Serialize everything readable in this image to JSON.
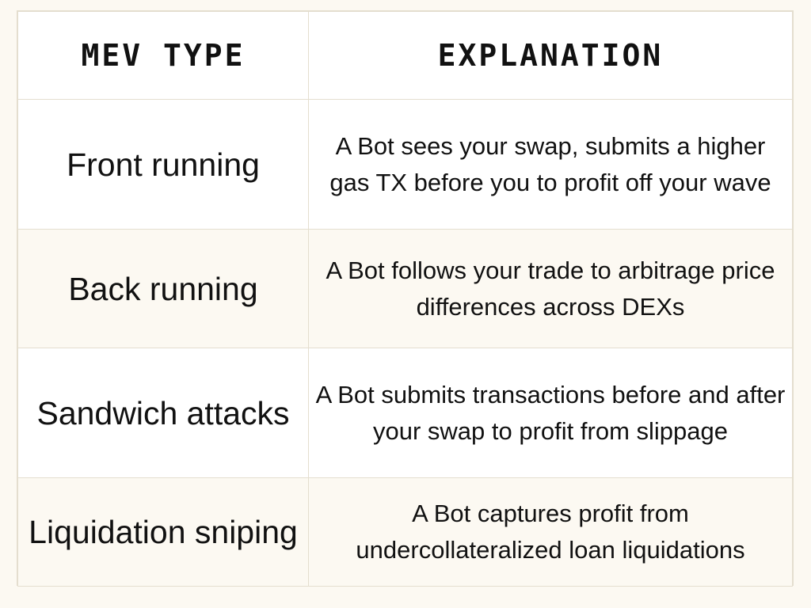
{
  "table": {
    "headers": {
      "type": "MEV Type",
      "explanation": "Explanation"
    },
    "rows": [
      {
        "type": "Front running",
        "explanation": "A Bot sees your swap, submits a higher gas TX before you to profit off your wave"
      },
      {
        "type": "Back running",
        "explanation": "A Bot follows your trade to arbitrage price differences across DEXs"
      },
      {
        "type": "Sandwich attacks",
        "explanation": "A Bot submits transactions before and after your swap to profit from slippage"
      },
      {
        "type": "Liquidation sniping",
        "explanation": "A Bot captures profit from undercollateralized loan liquidations"
      }
    ]
  }
}
